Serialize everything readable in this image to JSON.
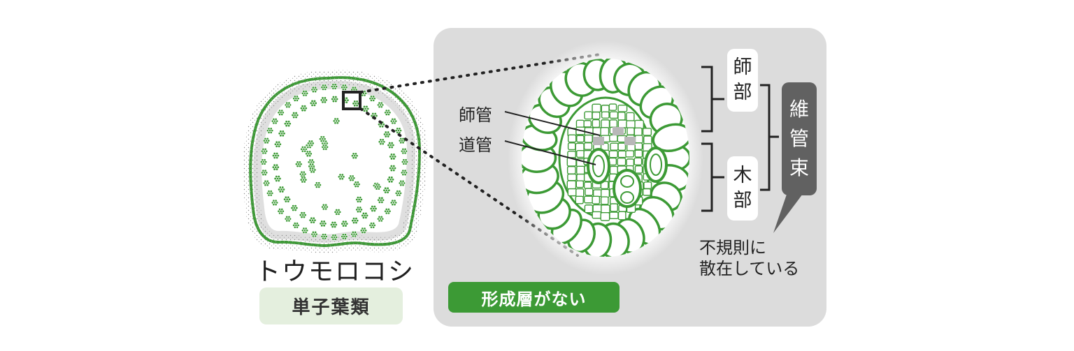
{
  "stem": {
    "name": "トウモロコシ",
    "group": "単子葉類"
  },
  "magnified": {
    "note": "形成層がない",
    "phloem_tube": "師管",
    "xylem_vessel": "道管",
    "phloem": [
      "師",
      "部"
    ],
    "xylem": [
      "木",
      "部"
    ],
    "bundle": [
      "維",
      "管",
      "束"
    ],
    "scatter_note": [
      "不規則に",
      "散在している"
    ]
  },
  "colors": {
    "green": "#3c9a35",
    "panel": "#dcdcdc",
    "dark": "#616161",
    "light_green": "#e4efde"
  }
}
